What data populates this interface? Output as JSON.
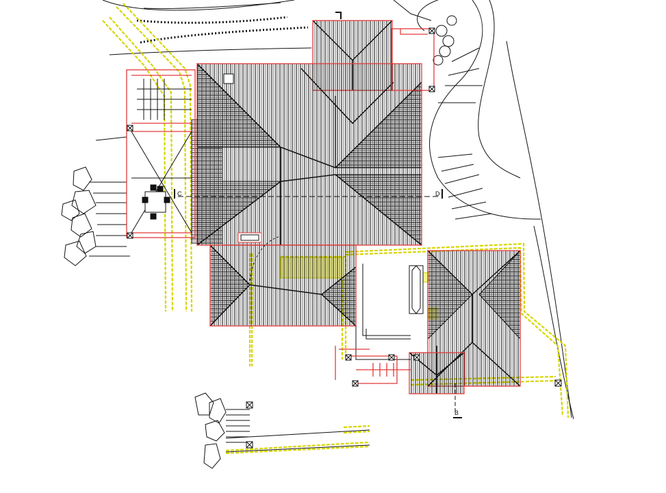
{
  "section_labels": {
    "c": "C",
    "d": "D",
    "b": "B"
  },
  "colors": {
    "line": "#111111",
    "wall": "#e23a3a",
    "trench": "#d6d600",
    "trench_fill": "#f4f490",
    "background": "#ffffff"
  }
}
